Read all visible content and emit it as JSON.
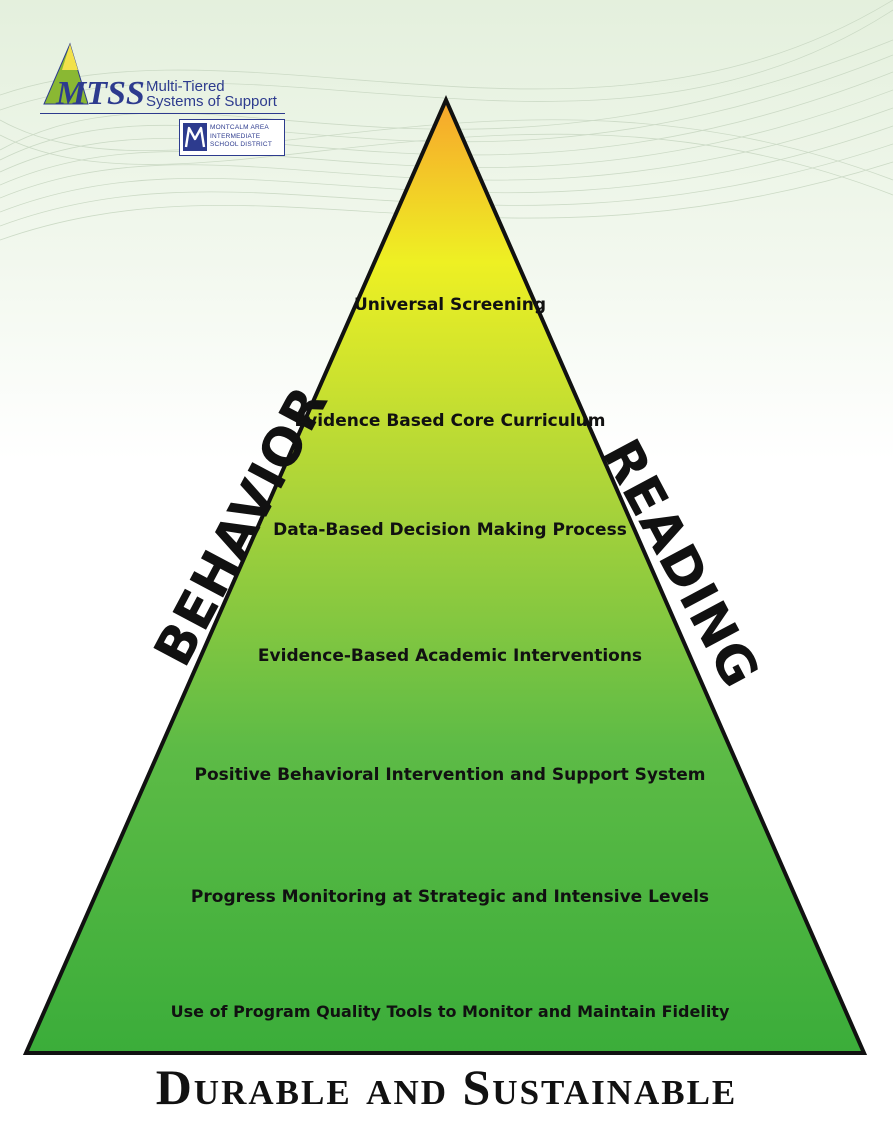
{
  "logo": {
    "brand_mark": "MTSS",
    "line1": "Multi-Tiered",
    "line2": "Systems of Support"
  },
  "district": {
    "line1": "MONTCALM AREA",
    "line2": "INTERMEDIATE",
    "line3": "SCHOOL DISTRICT"
  },
  "pyramid": {
    "levels": [
      "Universal Screening",
      "Evidence Based Core Curriculum",
      "Data-Based Decision Making Process",
      "Evidence-Based Academic Interventions",
      "Positive Behavioral Intervention and Support System",
      "Progress Monitoring at Strategic and Intensive Levels",
      "Use of Program Quality Tools to Monitor and Maintain Fidelity"
    ],
    "left_side": "BEHAVIOR",
    "right_side": "READING",
    "gradient": {
      "top": "#f7a52c",
      "upper": "#eef023",
      "middle": "#a9d33a",
      "lower": "#5dbb46",
      "bottom": "#3bad3a"
    }
  },
  "footer": {
    "title": "Durable and Sustainable"
  },
  "colors": {
    "brand_blue": "#2d3b8e",
    "brand_green": "#8ab833",
    "outline": "#111111"
  }
}
